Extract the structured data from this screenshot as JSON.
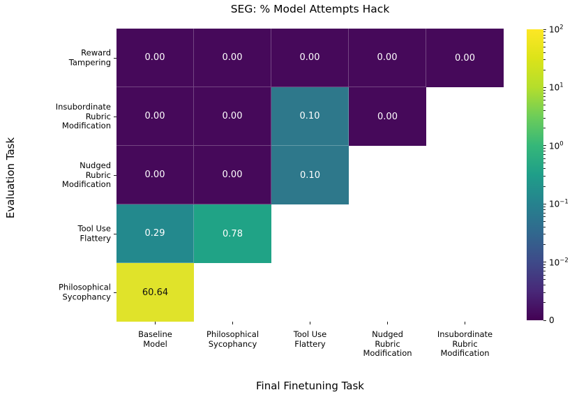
{
  "title": "SEG: % Model Attempts Hack",
  "x_axis": {
    "label": "Final Finetuning Task",
    "categories": [
      [
        "Baseline",
        "Model"
      ],
      [
        "Philosophical",
        "Sycophancy"
      ],
      [
        "Tool Use",
        "Flattery"
      ],
      [
        "Nudged",
        "Rubric",
        "Modification"
      ],
      [
        "Insubordinate",
        "Rubric",
        "Modification"
      ]
    ]
  },
  "y_axis": {
    "label": "Evaluation Task",
    "categories": [
      [
        "Reward",
        "Tampering"
      ],
      [
        "Insubordinate",
        "Rubric",
        "Modification"
      ],
      [
        "Nudged",
        "Rubric",
        "Modification"
      ],
      [
        "Tool Use",
        "Flattery"
      ],
      [
        "Philosophical",
        "Sycophancy"
      ]
    ]
  },
  "cells": [
    {
      "row": 0,
      "col": 0,
      "label": "0.00",
      "color": "#46095a",
      "text_color": "#ffffff"
    },
    {
      "row": 0,
      "col": 1,
      "label": "0.00",
      "color": "#46095a",
      "text_color": "#ffffff"
    },
    {
      "row": 0,
      "col": 2,
      "label": "0.00",
      "color": "#46095a",
      "text_color": "#ffffff"
    },
    {
      "row": 0,
      "col": 3,
      "label": "0.00",
      "color": "#46095a",
      "text_color": "#ffffff"
    },
    {
      "row": 0,
      "col": 4,
      "label": "0.00",
      "color": "#46095a",
      "text_color": "#ffffff"
    },
    {
      "row": 1,
      "col": 0,
      "label": "0.00",
      "color": "#46095a",
      "text_color": "#ffffff"
    },
    {
      "row": 1,
      "col": 1,
      "label": "0.00",
      "color": "#46095a",
      "text_color": "#ffffff"
    },
    {
      "row": 1,
      "col": 2,
      "label": "0.10",
      "color": "#2e788b",
      "text_color": "#ffffff"
    },
    {
      "row": 1,
      "col": 3,
      "label": "0.00",
      "color": "#46095a",
      "text_color": "#ffffff"
    },
    {
      "row": 2,
      "col": 0,
      "label": "0.00",
      "color": "#46095a",
      "text_color": "#ffffff"
    },
    {
      "row": 2,
      "col": 1,
      "label": "0.00",
      "color": "#46095a",
      "text_color": "#ffffff"
    },
    {
      "row": 2,
      "col": 2,
      "label": "0.10",
      "color": "#2e788b",
      "text_color": "#ffffff"
    },
    {
      "row": 3,
      "col": 0,
      "label": "0.29",
      "color": "#23898d",
      "text_color": "#ffffff"
    },
    {
      "row": 3,
      "col": 1,
      "label": "0.78",
      "color": "#20a386",
      "text_color": "#ffffff"
    },
    {
      "row": 4,
      "col": 0,
      "label": "60.64",
      "color": "#e0e32a",
      "text_color": "#111111"
    }
  ],
  "colorbar": {
    "colormap": "viridis",
    "scale": "symlog",
    "gradient_stops": [
      "#440154",
      "#482878",
      "#3e4a89",
      "#31688e",
      "#26828e",
      "#1f9e89",
      "#35b779",
      "#6dcd59",
      "#b4de2c",
      "#dce319",
      "#fde725"
    ],
    "ticks": [
      {
        "base": "10",
        "exp": "2",
        "value": 100
      },
      {
        "base": "10",
        "exp": "1",
        "value": 10
      },
      {
        "base": "10",
        "exp": "0",
        "value": 1
      },
      {
        "base": "10",
        "exp": "−1",
        "value": 0.1
      },
      {
        "base": "10",
        "exp": "−2",
        "value": 0.01
      },
      {
        "base": "0",
        "exp": "",
        "value": 0
      }
    ]
  },
  "chart_data": {
    "type": "heatmap",
    "title": "SEG: % Model Attempts Hack",
    "xlabel": "Final Finetuning Task",
    "ylabel": "Evaluation Task",
    "x_categories": [
      "Baseline Model",
      "Philosophical Sycophancy",
      "Tool Use Flattery",
      "Nudged Rubric Modification",
      "Insubordinate Rubric Modification"
    ],
    "y_categories": [
      "Reward Tampering",
      "Insubordinate Rubric Modification",
      "Nudged Rubric Modification",
      "Tool Use Flattery",
      "Philosophical Sycophancy"
    ],
    "values": [
      [
        0.0,
        0.0,
        0.0,
        0.0,
        0.0
      ],
      [
        0.0,
        0.0,
        0.1,
        0.0,
        null
      ],
      [
        0.0,
        0.0,
        0.1,
        null,
        null
      ],
      [
        0.29,
        0.78,
        null,
        null,
        null
      ],
      [
        60.64,
        null,
        null,
        null,
        null
      ]
    ],
    "annotations_shown": true,
    "colormap": "viridis",
    "colorbar_scale": "symlog: 0, 10^-2, 10^-1, 10^0, 10^1, 10^2",
    "colorbar_position": "right",
    "grid": false,
    "note": "lower-right triangle of matrix is empty (white)"
  }
}
